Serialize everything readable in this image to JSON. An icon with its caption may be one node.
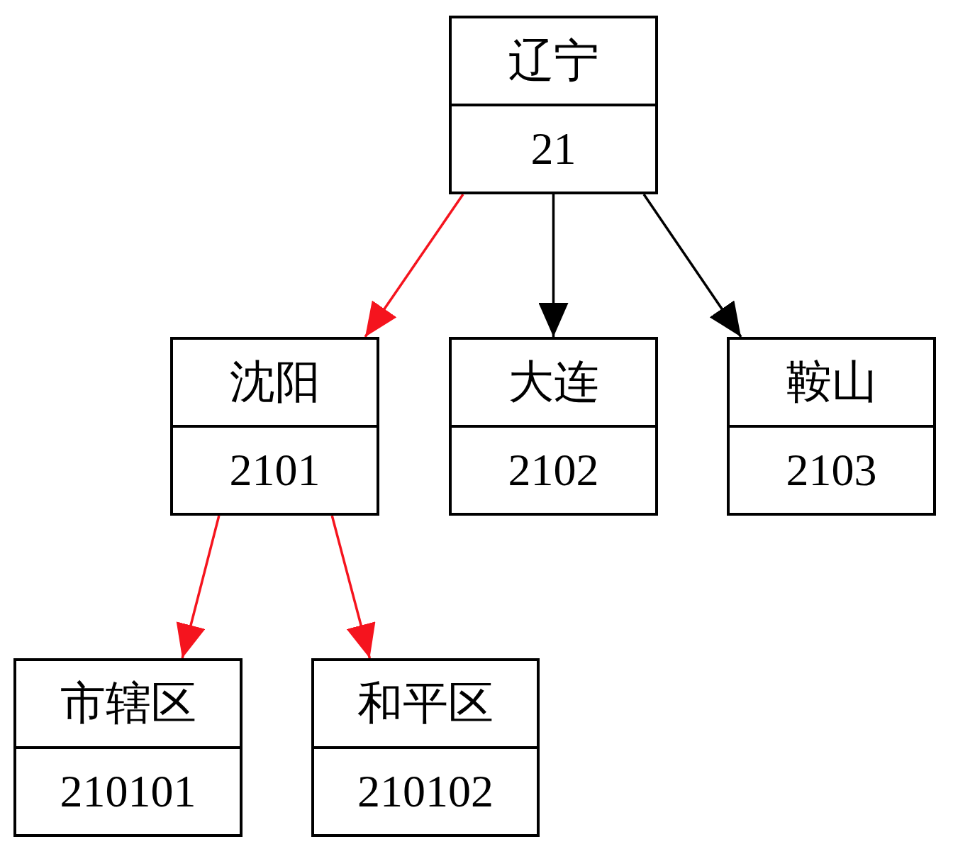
{
  "diagram": {
    "nodes": [
      {
        "text": [
          "辽宁",
          "21"
        ]
      },
      {
        "text": [
          "沈阳",
          "2101"
        ]
      },
      {
        "text": [
          "大连",
          "2102"
        ]
      },
      {
        "text": [
          "鞍山",
          "2103"
        ]
      },
      {
        "text": [
          "市辖区",
          "210101"
        ]
      },
      {
        "text": [
          "和平区",
          "210102"
        ]
      }
    ],
    "edges": [
      {
        "from": 0,
        "to": 1,
        "arrow": "to",
        "color": "#f5141e"
      },
      {
        "from": 0,
        "to": 2,
        "arrow": "to",
        "color": "#000000"
      },
      {
        "from": 0,
        "to": 3,
        "arrow": "to",
        "color": "#000000"
      },
      {
        "from": 1,
        "to": 4,
        "arrow": "to",
        "color": "#f5141e"
      },
      {
        "from": 1,
        "to": 5,
        "arrow": "to",
        "color": "#f5141e"
      }
    ]
  }
}
